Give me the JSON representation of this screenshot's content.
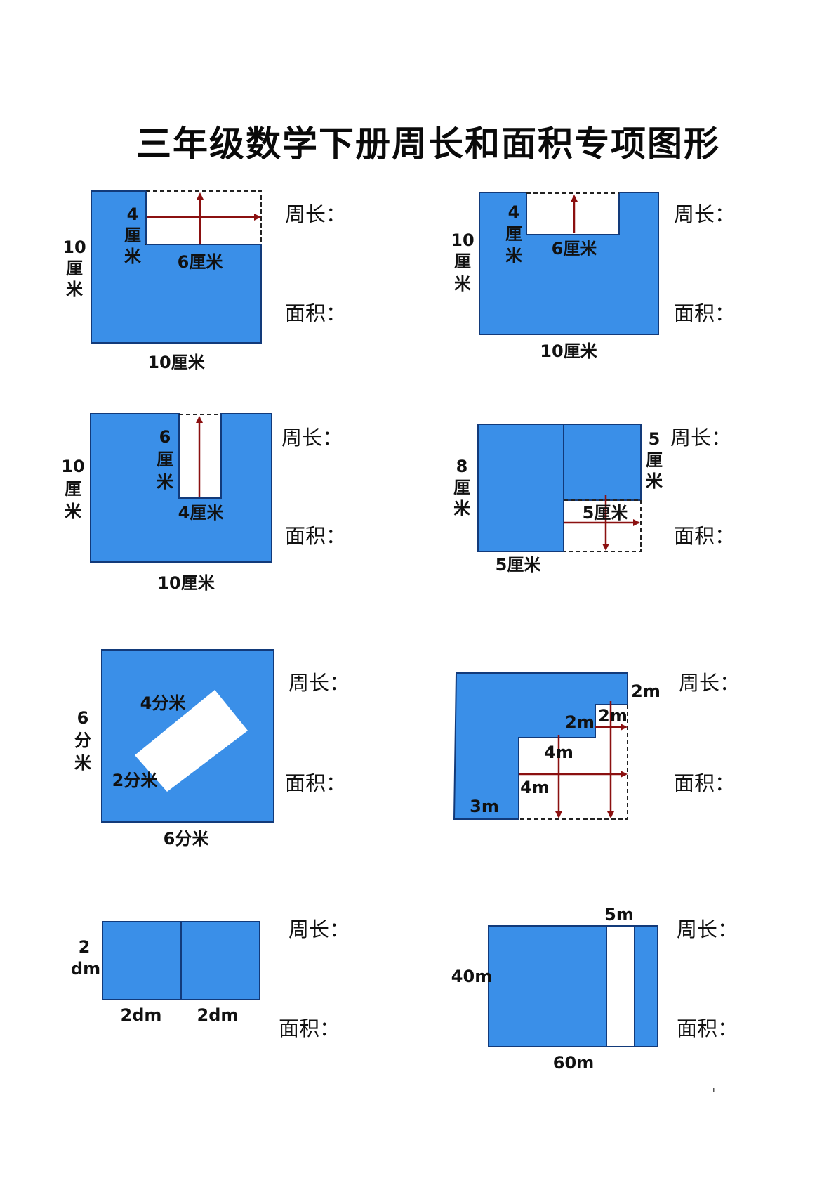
{
  "title": "三年级数学下册周长和面积专项图形",
  "prompts": {
    "perimeter": "周长：",
    "area": "面积："
  },
  "colors": {
    "shape_fill": "#3a8fe8",
    "shape_edge": "#123a7a",
    "arrow": "#8b1010"
  },
  "figures": [
    {
      "id": 1,
      "labels": {
        "left": [
          "10",
          "厘",
          "米"
        ],
        "inner_vertical": [
          "4",
          "厘",
          "米"
        ],
        "inner_horizontal": "6厘米",
        "bottom": "10厘米"
      }
    },
    {
      "id": 2,
      "labels": {
        "left": [
          "10",
          "厘",
          "米"
        ],
        "inner_vertical": [
          "4",
          "厘",
          "米"
        ],
        "inner_horizontal": "6厘米",
        "bottom": "10厘米"
      }
    },
    {
      "id": 3,
      "labels": {
        "left": [
          "10",
          "厘",
          "米"
        ],
        "inner_vertical": [
          "6",
          "厘",
          "米"
        ],
        "inner_horizontal": "4厘米",
        "bottom": "10厘米"
      }
    },
    {
      "id": 4,
      "labels": {
        "left": [
          "8",
          "厘",
          "米"
        ],
        "right": [
          "5",
          "厘",
          "米"
        ],
        "inner_horizontal": "5厘米",
        "bottom": "5厘米"
      }
    },
    {
      "id": 5,
      "labels": {
        "left": [
          "6",
          "分",
          "米"
        ],
        "rect_long": "4分米",
        "rect_short": "2分米",
        "bottom": "6分米"
      }
    },
    {
      "id": 6,
      "labels": {
        "top_right": "2m",
        "step_vertical": "2m",
        "step_horizontal": "2m",
        "inner_horizontal": "4m",
        "inner_vertical": "4m",
        "bottom_left": "3m"
      }
    },
    {
      "id": 7,
      "labels": {
        "left": [
          "2",
          "dm"
        ],
        "bottom_left": "2dm",
        "bottom_right": "2dm"
      }
    },
    {
      "id": 8,
      "labels": {
        "top": "5m",
        "left": "40m",
        "bottom": "60m"
      }
    }
  ]
}
